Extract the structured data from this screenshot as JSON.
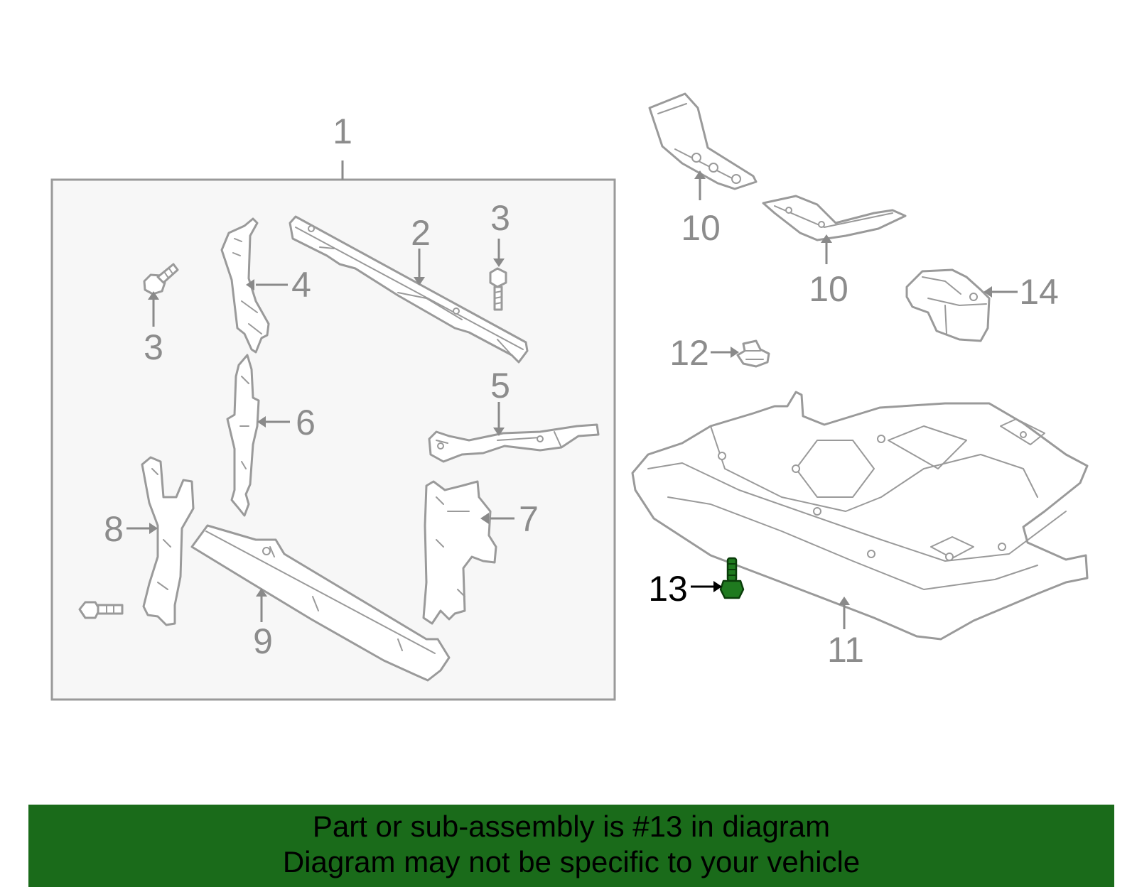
{
  "callouts": {
    "c1": "1",
    "c2": "2",
    "c3a": "3",
    "c3b": "3",
    "c4": "4",
    "c5": "5",
    "c6": "6",
    "c7": "7",
    "c8": "8",
    "c9": "9",
    "c10a": "10",
    "c10b": "10",
    "c11": "11",
    "c12": "12",
    "c13": "13",
    "c14": "14"
  },
  "highlighted_part": "13",
  "colors": {
    "banner_background": "#1a6b1a",
    "highlight_part": "#1f7a1f",
    "line_art": "#9a9a9a"
  },
  "banner": {
    "line1": "Part or sub-assembly is #13 in diagram",
    "line2": "Diagram may not be specific to your vehicle"
  }
}
